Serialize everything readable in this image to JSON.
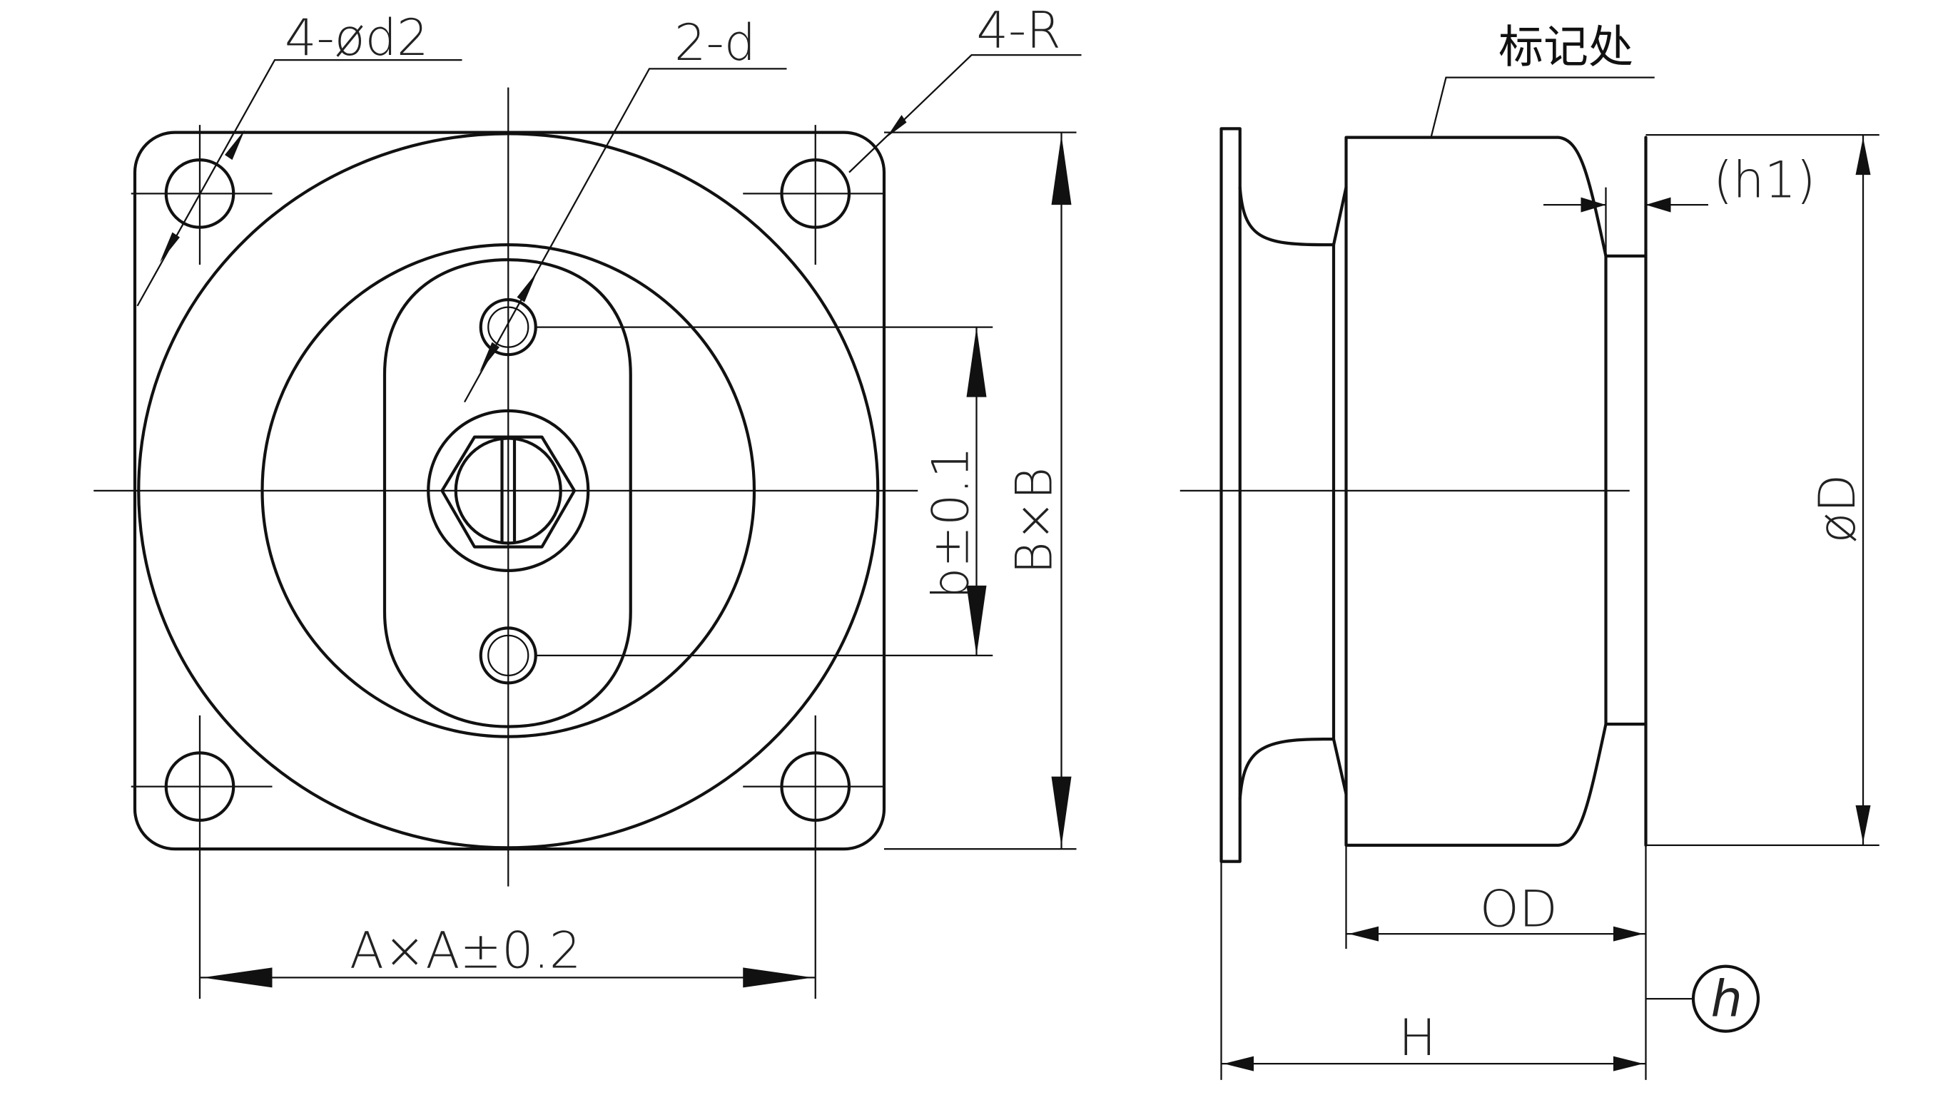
{
  "labels": {
    "corner_holes": "4-ød2",
    "center_holes": "2-d",
    "corner_radius": "4-R",
    "marking_location": "标记处",
    "flange_thickness": "(h1)",
    "hole_spacing": "b±0.1",
    "square_size_b": "B×B",
    "diameter": "øD",
    "square_size_a": "A×A±0.2",
    "outer_diameter": "OD",
    "height": "H",
    "plate_thickness": "h"
  }
}
